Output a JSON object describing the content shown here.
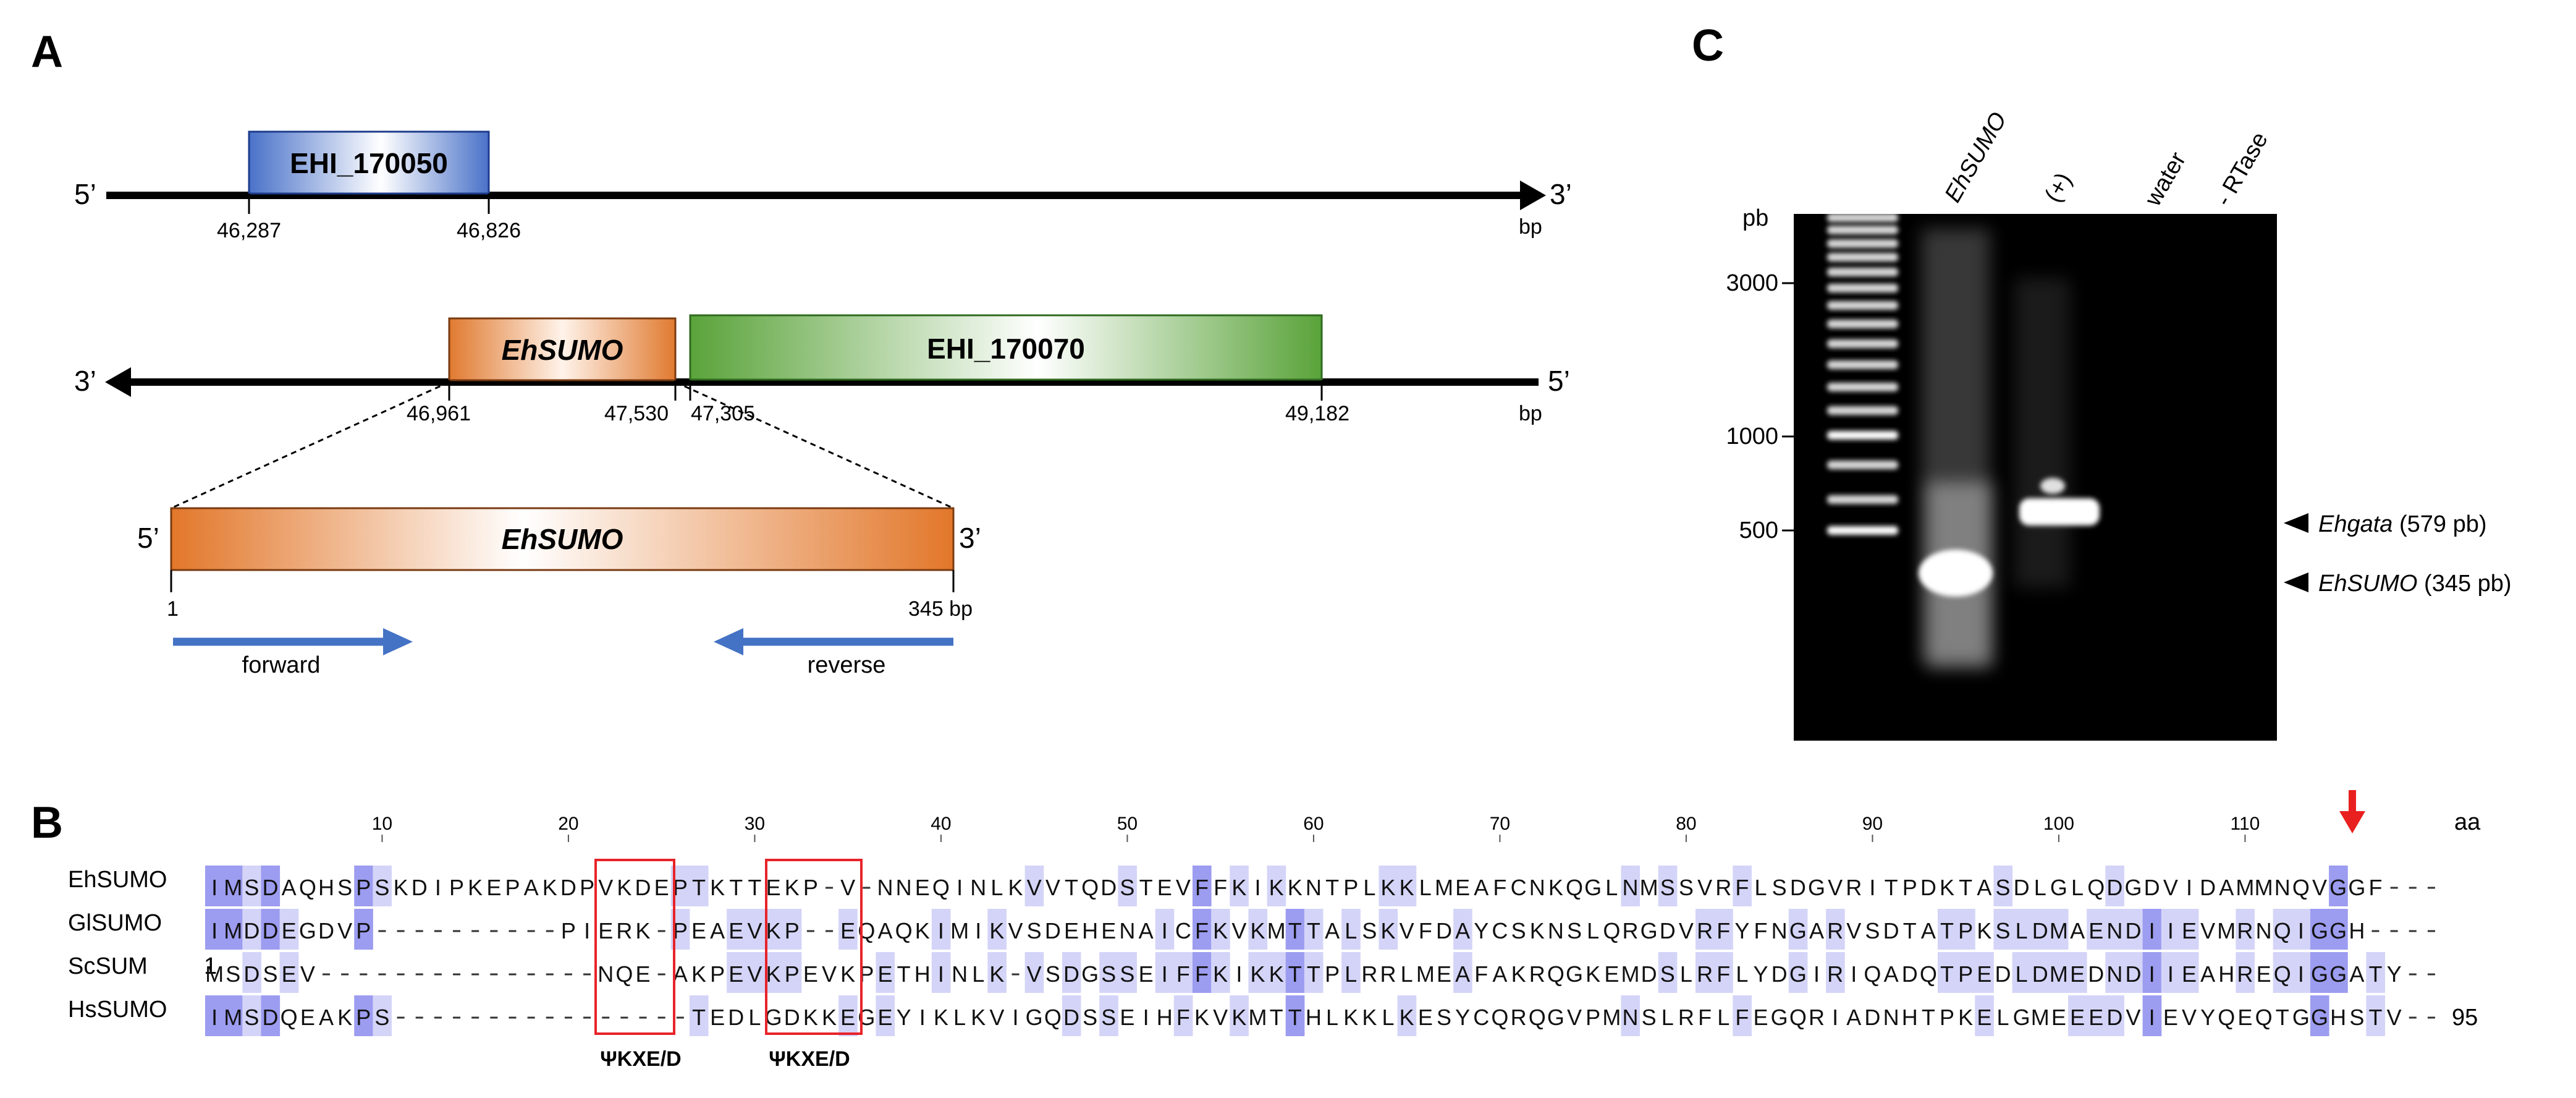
{
  "panels": {
    "a": {
      "label": "A"
    },
    "b": {
      "label": "B"
    },
    "c": {
      "label": "C"
    }
  },
  "gene_map": {
    "track1": {
      "left_end": "5’",
      "right_end": "3’",
      "unit": "bp",
      "gene": {
        "name": "EHI_170050",
        "start": "46,287",
        "end": "46,826"
      }
    },
    "track2": {
      "left_end": "3’",
      "right_end": "5’",
      "unit": "bp",
      "gene_sumo": {
        "name": "EhSUMO",
        "start": "46,961",
        "end": "47,530"
      },
      "gene_green": {
        "name": "EHI_170070",
        "start": "47,305",
        "end": "49,182"
      }
    },
    "zoom": {
      "left_end": "5’",
      "right_end": "3’",
      "name": "EhSUMO",
      "start": "1",
      "end": "345 bp",
      "forward_label": "forward",
      "reverse_label": "reverse"
    }
  },
  "gel": {
    "lanes": [
      "EhSUMO",
      "(+)",
      "water",
      "- RTase"
    ],
    "size_unit": "pb",
    "ladder_marks": [
      "3000",
      "1000",
      "500"
    ],
    "bands": [
      {
        "italic": "Ehgata",
        "rest": " (579 pb)"
      },
      {
        "italic": "EhSUMO",
        "rest": " (345 pb)"
      }
    ],
    "colors": {
      "background": "#000000",
      "band": "#ffffff"
    }
  },
  "alignment": {
    "unit": "aa",
    "ticks": [
      "10",
      "20",
      "30",
      "40",
      "50",
      "60",
      "70",
      "80",
      "90",
      "100",
      "110"
    ],
    "end_number": "95",
    "motif_label": "ΨKXE/D",
    "rows": [
      {
        "name": "EhSUMO",
        "start": "",
        "seq": "IMSDAQHSPSKDIPKEPAKDPVKDEPTKTTEKP-V-NNEQINLKVVTQDSTEVFFKIKKNTPLKKLMEAFCNKQGLNMSSVRFLSDGVRITPDKTASDLGLQDGDVIDAMMNQVGGF---"
      },
      {
        "name": "GlSUMO",
        "start": "",
        "seq": "IMDDEGDVP----------PIERK-PEAEVKP--EQAQKIMIKVSDEHENAICFKVKMTTALSKVFDAYCSKNSLQRGDVRFYFNGARVSDTATPKSLDMAENDIIEVMRNQIGGH---"
      },
      {
        "name": "ScSUM",
        "start": "1",
        "seq": "MSDSEV---------------NQE-AKPEVKPEVKPETHINLK-VSDGSSEIFFKIKKTTPLRRLMEAFAKRQGKEMDSLRFLYDGIRIQADQTPEDLDMEDNDIIEAHREQIGGATY-"
      },
      {
        "name": "HsSUMO",
        "start": "",
        "seq": "IMSDQEAKPS----------------TEDLGDKKEGEYIKLKVIGQDSSEIHFKVKMTTHLKKLKESYCQRQGVPMNSLRFLFEGQRIADNHTPKELGMEEEDVIEVYQEQTGGHSTV"
      }
    ],
    "colors": {
      "dark": "#5050e6",
      "mid": "#9c9cf0",
      "light": "#d4d4f8",
      "box": "#e8232a",
      "arrow": "#e8201f"
    }
  }
}
